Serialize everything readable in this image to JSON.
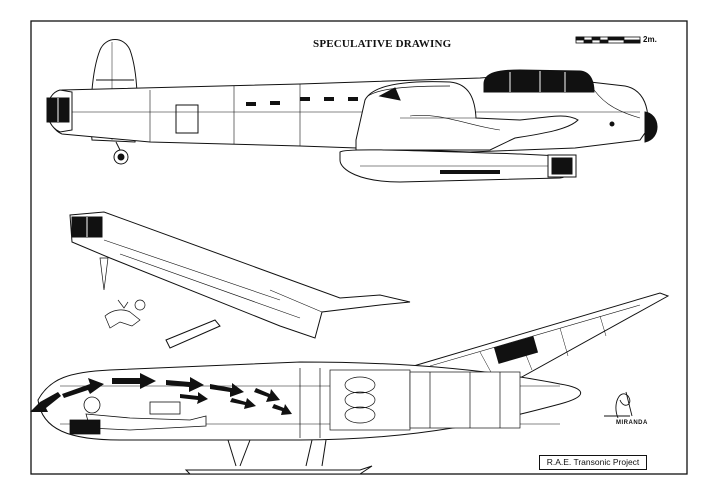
{
  "title": "SPECULATIVE DRAWING",
  "scale_label": "2m.",
  "caption": "R.A.E. Transonic Project",
  "signature_text": "MIRANDA",
  "colors": {
    "ink": "#111111",
    "paper": "#ffffff"
  }
}
